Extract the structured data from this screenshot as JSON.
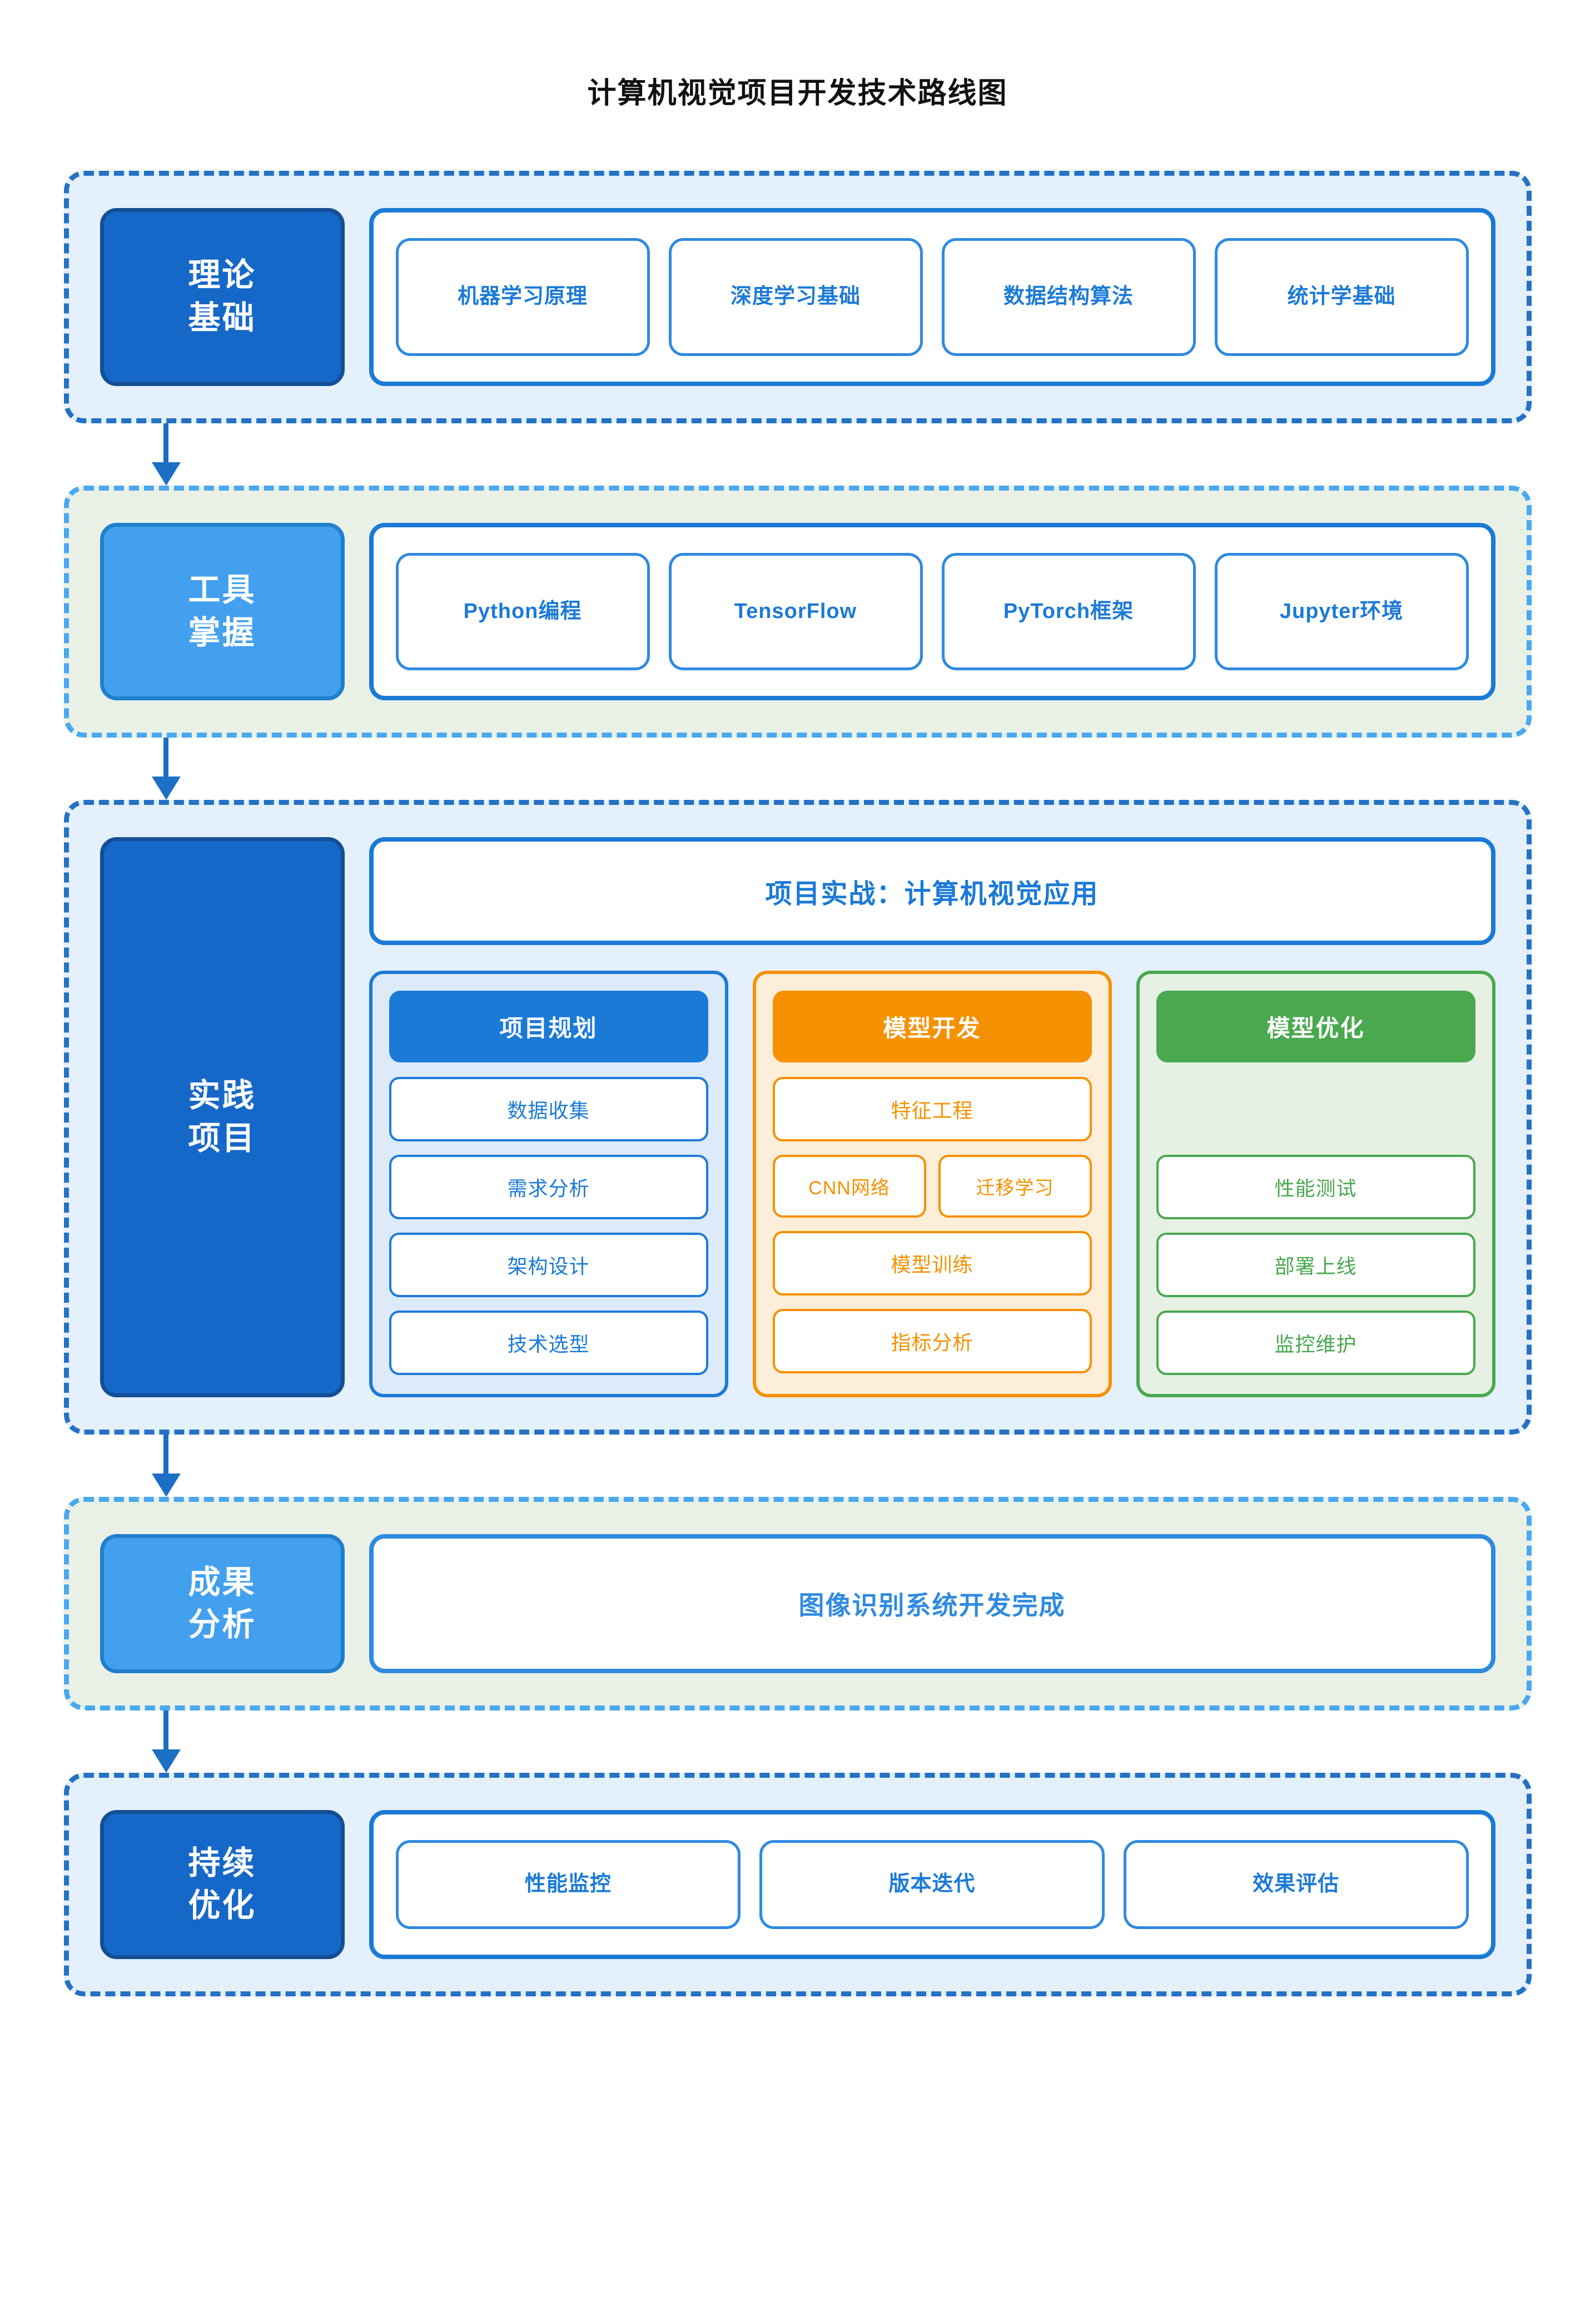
{
  "title": "计算机视觉项目开发技术路线图",
  "colors": {
    "primary_blue": "#1668c8",
    "light_blue": "#42a0ee",
    "panel_border": "#1b7ad6",
    "orange": "#f59100",
    "green": "#4aa84f",
    "stage_bg_blue": "#e4f0fb",
    "stage_bg_green": "#e9f1e7",
    "dashed_blue": "#2572c4",
    "dashed_light_blue": "#4aa8f0",
    "arrow": "#1b6fc4"
  },
  "stages": [
    {
      "id": "theory",
      "label_lines": [
        "理论",
        "基础"
      ],
      "items": [
        "机器学习原理",
        "深度学习基础",
        "数据结构算法",
        "统计学基础"
      ]
    },
    {
      "id": "tools",
      "label_lines": [
        "工具",
        "掌握"
      ],
      "items": [
        "Python编程",
        "TensorFlow",
        "PyTorch框架",
        "Jupyter环境"
      ]
    },
    {
      "id": "practice",
      "label_lines": [
        "实践",
        "项目"
      ],
      "banner": "项目实战：计算机视觉应用",
      "columns": [
        {
          "id": "project-planning",
          "head": "项目规划",
          "color": "#1b7ad6",
          "items": [
            "数据收集",
            "需求分析",
            "架构设计",
            "技术选型"
          ]
        },
        {
          "id": "model-development",
          "head": "模型开发",
          "color": "#f59100",
          "items": [
            "特征工程"
          ],
          "pair": [
            "CNN网络",
            "迁移学习"
          ],
          "items_after": [
            "模型训练",
            "指标分析"
          ]
        },
        {
          "id": "model-optimization",
          "head": "模型优化",
          "color": "#4aa84f",
          "items": [
            "性能测试",
            "部署上线",
            "监控维护"
          ]
        }
      ]
    },
    {
      "id": "results",
      "label_lines": [
        "成果",
        "分析"
      ],
      "banner": "图像识别系统开发完成"
    },
    {
      "id": "continuous-optimization",
      "label_lines": [
        "持续",
        "优化"
      ],
      "items": [
        "性能监控",
        "版本迭代",
        "效果评估"
      ]
    }
  ]
}
